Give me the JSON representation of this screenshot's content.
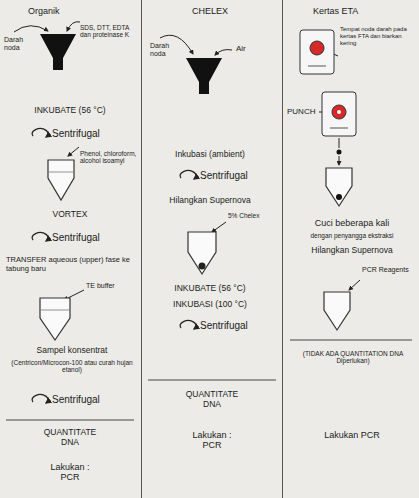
{
  "diagram": {
    "nodes": [
      {
        "text": [
          "Organik"
        ]
      },
      {
        "text": [
          "CHELEX"
        ]
      },
      {
        "text": [
          "Kertas ETA"
        ]
      }
    ],
    "labels": [
      "Darah noda",
      "SDS, DTT, EDTA dan proteinase K",
      "INKUBATE (56 °C)",
      "Sentrifugal",
      "Phenol, chloroform, alcohol isoamyl",
      "VORTEX",
      "Sentrifugal",
      "TRANSFER aqueous (upper) fase ke tabung baru",
      "TE buffer",
      "Sampel konsentrat",
      "(Centricon/Microcon-100 atau curah hujan etanol)",
      "Sentrifugal",
      "QUANTITATE DNA",
      "Lakukan : PCR",
      "Darah noda",
      "Air",
      "Inkubasi (ambient)",
      "Sentrifugal",
      "Hilangkan Supernova",
      "5% Chelex",
      "INKUBATE (56 °C)",
      "INKUBASI (100 °C)",
      "Sentrifugal",
      "QUANTITATE DNA",
      "Lakukan : PCR",
      "Tempat noda darah pada kertas FTA dan biarkan kering",
      "PUNCH",
      "Cuci beberapa kali",
      "dengan penyangga ekstraksi",
      "Hilangkan Supernova",
      "PCR Reagents",
      "(TIDAK ADA QUANTITATION DNA Diperlukan)",
      "Lakukan PCR"
    ]
  }
}
